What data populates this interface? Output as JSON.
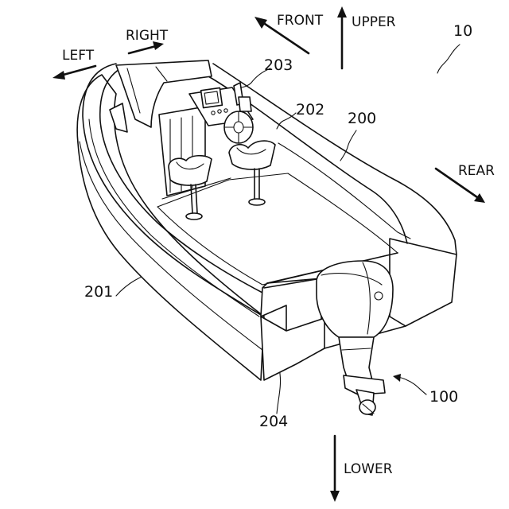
{
  "directions": {
    "front": "FRONT",
    "upper": "UPPER",
    "right": "RIGHT",
    "left": "LEFT",
    "rear": "REAR",
    "lower": "LOWER"
  },
  "references": {
    "boat_system": "10",
    "hull_assembly": "200",
    "hull": "201",
    "deck_floor": "202",
    "cockpit": "203",
    "transom": "204",
    "outboard_motor": "100"
  }
}
